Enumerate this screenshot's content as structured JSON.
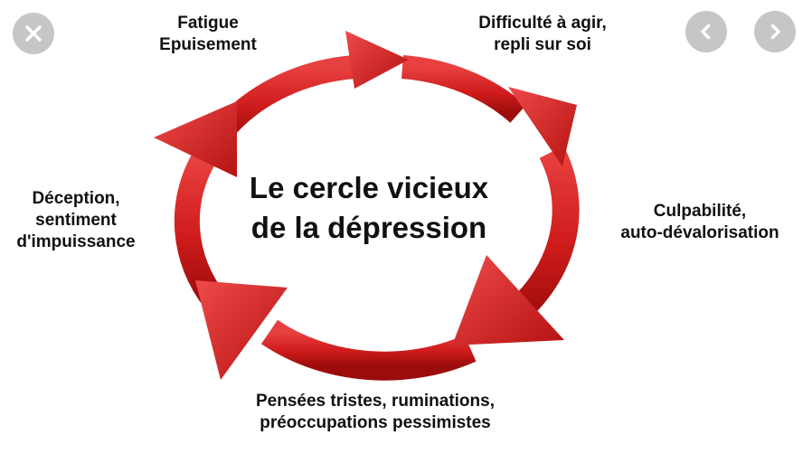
{
  "controls": {
    "close_icon": "close-icon",
    "prev_icon": "chevron-left-icon",
    "next_icon": "chevron-right-icon",
    "button_color": "#c6c6c6",
    "glyph_color": "#ffffff"
  },
  "diagram": {
    "title_lines": [
      "Le cercle vicieux",
      "de la dépression"
    ],
    "arrow_color": "#cf1b1b",
    "steps": [
      {
        "lines": [
          "Fatigue",
          "Epuisement"
        ]
      },
      {
        "lines": [
          "Difficulté à agir,",
          "repli sur soi"
        ]
      },
      {
        "lines": [
          "Culpabilité,",
          "auto-dévalorisation"
        ]
      },
      {
        "lines": [
          "Pensées tristes, ruminations,",
          "préoccupations pessimistes"
        ]
      },
      {
        "lines": [
          "Déception,",
          "sentiment",
          "d'impuissance"
        ]
      }
    ]
  }
}
